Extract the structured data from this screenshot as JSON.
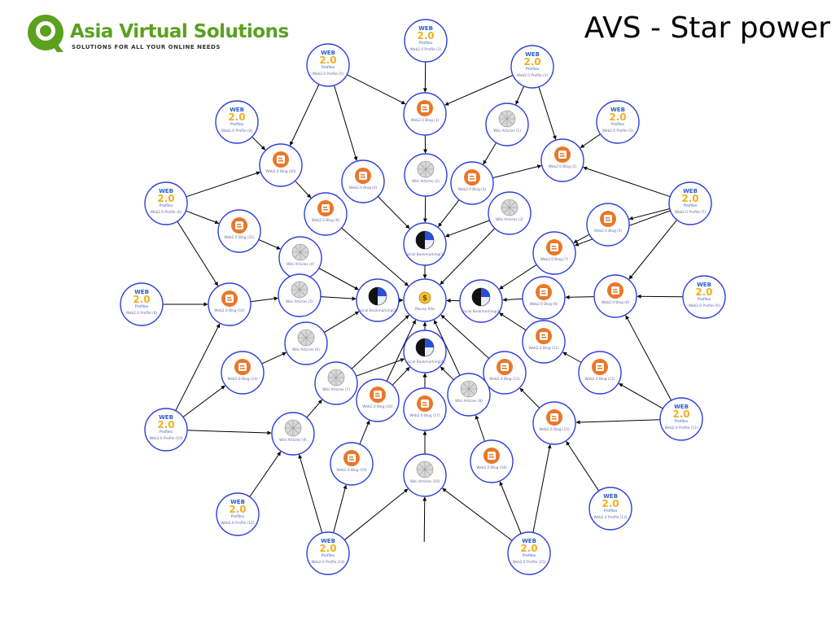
{
  "header": {
    "logo_name": "Asia Virtual Solutions",
    "logo_tagline": "Solutions For All Your Online Needs",
    "title": "AVS - Star power"
  },
  "colors": {
    "brand_green": "#5aa11e",
    "node_border": "#2f3fd8",
    "node_fill": "#ffffff",
    "edge": "#000000",
    "blog_orange": "#e8782a",
    "web20_blue": "#2a5fd0",
    "web20_yellow": "#f0b020"
  },
  "center": {
    "label": "Money Site",
    "icon": "money-bag-icon"
  },
  "social_nodes": [
    {
      "label": "Social Bookmarking(1)"
    },
    {
      "label": "Social Bookmarking(2)"
    },
    {
      "label": "Social Bookmarking(3)"
    },
    {
      "label": "Social Bookmarking(4)"
    }
  ],
  "tier_nodes": [
    {
      "type": "blog",
      "label": "Web2.0 Blog (1)"
    },
    {
      "type": "wiki",
      "label": "Wiki Articles (1)"
    },
    {
      "type": "blog",
      "label": "Web2.0 Blog (2)"
    },
    {
      "type": "blog",
      "label": "Web2.0 Blog (3)"
    },
    {
      "type": "wiki",
      "label": "Wiki Articles (2)"
    },
    {
      "type": "blog",
      "label": "Web2.0 Blog (4)"
    },
    {
      "type": "blog",
      "label": "Web2.0 Blog (5)"
    },
    {
      "type": "wiki",
      "label": "Wiki Articles (3)"
    },
    {
      "type": "blog",
      "label": "Web2.0 Blog (6)"
    },
    {
      "type": "blog",
      "label": "Web2.0 Blog (7)"
    },
    {
      "type": "wiki",
      "label": "Wiki Articles (4)"
    },
    {
      "type": "blog",
      "label": "Web2.0 Blog (8)"
    },
    {
      "type": "blog",
      "label": "Web2.0 Blog (9)"
    },
    {
      "type": "wiki",
      "label": "Wiki Articles (5)"
    },
    {
      "type": "blog",
      "label": "Web2.0 Blog (10)"
    },
    {
      "type": "blog",
      "label": "Web2.0 Blog (11)"
    },
    {
      "type": "wiki",
      "label": "Wiki Articles (6)"
    },
    {
      "type": "blog",
      "label": "Web2.0 Blog (12)"
    },
    {
      "type": "blog",
      "label": "Web2.0 Blog (13)"
    },
    {
      "type": "wiki",
      "label": "Wiki Articles (7)"
    },
    {
      "type": "blog",
      "label": "Web2.0 Blog (14)"
    },
    {
      "type": "blog",
      "label": "Web2.0 Blog (15)"
    },
    {
      "type": "wiki",
      "label": "Wiki Articles (8)"
    },
    {
      "type": "blog",
      "label": "Web2.0 Blog (16)"
    },
    {
      "type": "blog",
      "label": "Web2.0 Blog (17)"
    },
    {
      "type": "wiki",
      "label": "Wiki Articles (9)"
    },
    {
      "type": "blog",
      "label": "Web2.0 Blog (18)"
    },
    {
      "type": "blog",
      "label": "Web2.0 Blog (19)"
    },
    {
      "type": "wiki",
      "label": "Wiki Articles (10)"
    },
    {
      "type": "blog",
      "label": "Web2.0 Blog (20)"
    },
    {
      "type": "blog",
      "label": "Web2.0 Blog (21)"
    }
  ],
  "profile_nodes": [
    {
      "label": "Web2.0 Profile (1)"
    },
    {
      "label": "Web2.0 Profile (2)"
    },
    {
      "label": "Web2.0 Profile (3)"
    },
    {
      "label": "Web2.0 Profile (4)"
    },
    {
      "label": "Web2.0 Profile (5)"
    },
    {
      "label": "Web2.0 Profile (6)"
    },
    {
      "label": "Web2.0 Profile (7)"
    },
    {
      "label": "Web2.0 Profile (8)"
    },
    {
      "label": "Web2.0 Profile (9)"
    },
    {
      "label": "Web2.0 Profile (10)"
    },
    {
      "label": "Web2.0 Profile (11)"
    },
    {
      "label": "Web2.0 Profile (12)"
    },
    {
      "label": "Web2.0 Profile (13)"
    },
    {
      "label": "Web2.0 Profile (14)"
    },
    {
      "label": "Web2.0 Profile (15)"
    }
  ],
  "web20_badge": {
    "line1": "WEB",
    "line2": "2.0",
    "line3": "Profiles"
  }
}
